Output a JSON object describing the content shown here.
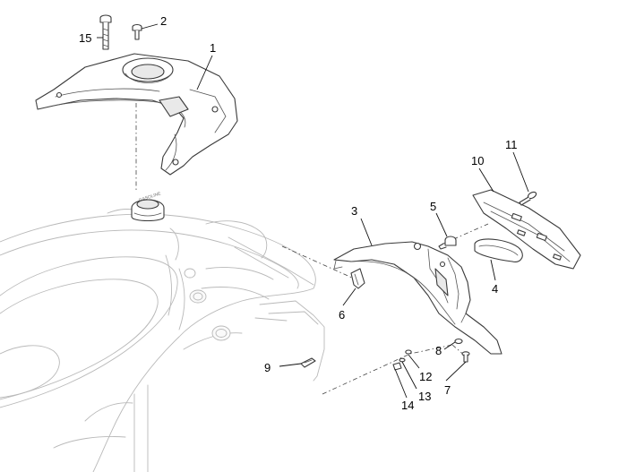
{
  "diagram": {
    "type": "exploded-parts-view",
    "cap_text": "GASOLINE",
    "callouts": [
      {
        "id": "1",
        "label": "1"
      },
      {
        "id": "2",
        "label": "2"
      },
      {
        "id": "3",
        "label": "3"
      },
      {
        "id": "4",
        "label": "4"
      },
      {
        "id": "5",
        "label": "5"
      },
      {
        "id": "6",
        "label": "6"
      },
      {
        "id": "7",
        "label": "7"
      },
      {
        "id": "8",
        "label": "8"
      },
      {
        "id": "9",
        "label": "9"
      },
      {
        "id": "10",
        "label": "10"
      },
      {
        "id": "11",
        "label": "11"
      },
      {
        "id": "12",
        "label": "12"
      },
      {
        "id": "13",
        "label": "13"
      },
      {
        "id": "14",
        "label": "14"
      },
      {
        "id": "15",
        "label": "15"
      }
    ]
  }
}
